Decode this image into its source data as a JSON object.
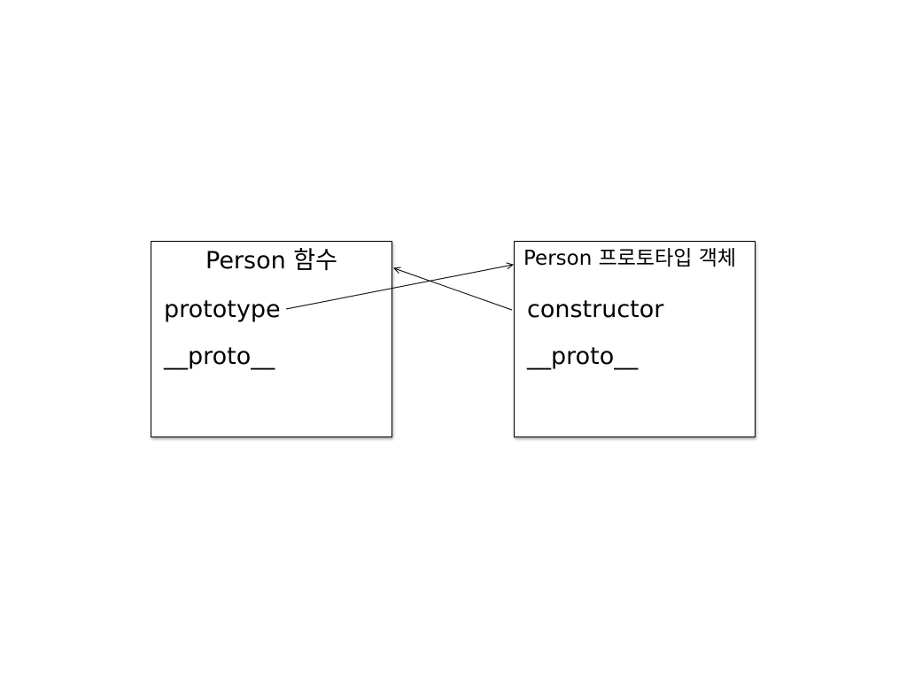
{
  "person_function": {
    "title": "Person 함수",
    "prop_prototype": "prototype",
    "prop_proto": "__proto__"
  },
  "person_prototype_object": {
    "title": "Person 프로토타입 객체",
    "prop_constructor": "constructor",
    "prop_proto": "__proto__"
  },
  "edges": [
    {
      "from": "person_function.prototype",
      "to": "person_prototype_object"
    },
    {
      "from": "person_prototype_object.constructor",
      "to": "person_function"
    }
  ]
}
